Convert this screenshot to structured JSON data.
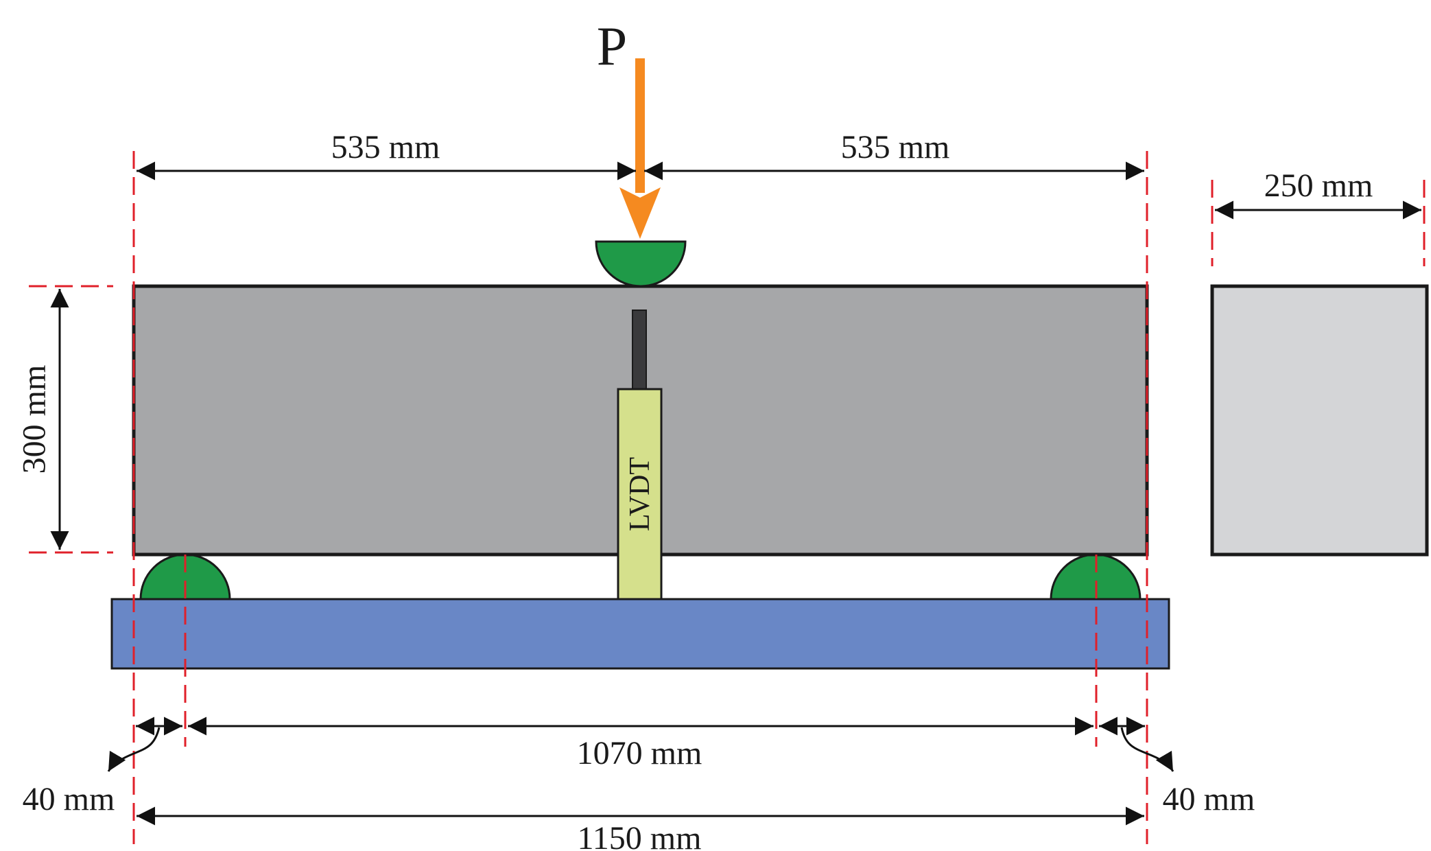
{
  "load": {
    "label": "P"
  },
  "dimensions": {
    "half_span_left": "535 mm",
    "half_span_right": "535 mm",
    "width": "250 mm",
    "height": "300 mm",
    "clear_span": "1070 mm",
    "overhang_left": "40 mm",
    "overhang_right": "40 mm",
    "total_length": "1150 mm"
  },
  "sensor": {
    "label": "LVDT"
  },
  "colors": {
    "beam": "#a6a7a9",
    "section": "#d4d5d7",
    "base": "#6987c6",
    "support": "#1f9a48",
    "lvdt": "#d5e08c",
    "load_arrow": "#f58a20",
    "extension_lines": "#e0202a"
  }
}
